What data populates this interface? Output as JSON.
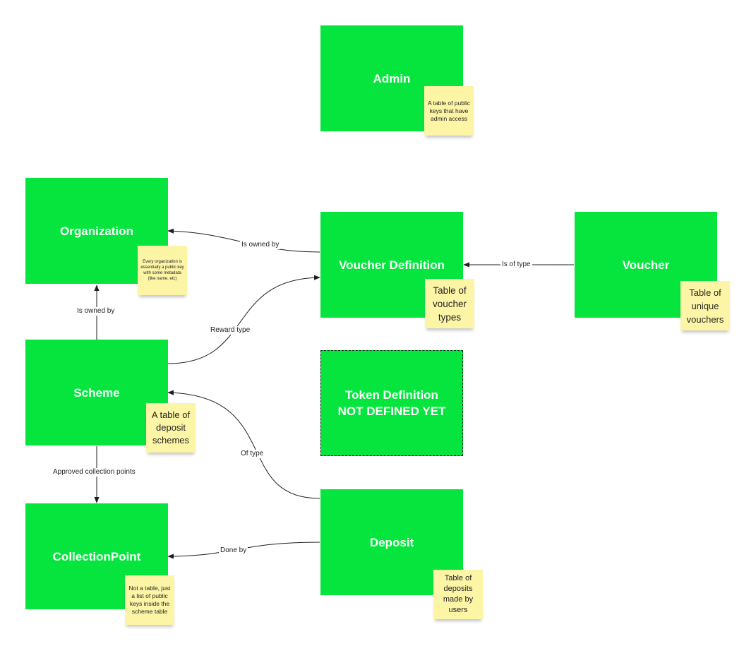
{
  "entities": {
    "admin": {
      "title": "Admin"
    },
    "organization": {
      "title": "Organization"
    },
    "voucher_definition": {
      "title": "Voucher Definition"
    },
    "voucher": {
      "title": "Voucher"
    },
    "scheme": {
      "title": "Scheme"
    },
    "token_definition": {
      "title": "Token Definition\nNOT DEFINED YET"
    },
    "collection_point": {
      "title": "CollectionPoint"
    },
    "deposit": {
      "title": "Deposit"
    }
  },
  "notes": {
    "admin": "A table of public keys that have admin access",
    "organization": "Every organization is essentially a public key with some metadata (like name, etc)",
    "voucher_definition": "Table of voucher types",
    "voucher": "Table of unique vouchers",
    "scheme": "A table of deposit schemes",
    "collection_point": "Not a table, just a list of public keys inside the scheme table",
    "deposit": "Table of deposits made by users"
  },
  "edges": {
    "vd_org": "Is owned by",
    "voucher_vd": "Is of type",
    "scheme_org": "Is owned by",
    "scheme_vd": "Reward type",
    "deposit_scheme": "Of type",
    "scheme_cp": "Approved collection points",
    "deposit_cp": "Done by"
  },
  "colors": {
    "entity": "#05e53e",
    "note": "#fdf5a6",
    "edge": "#1f1f1f"
  }
}
